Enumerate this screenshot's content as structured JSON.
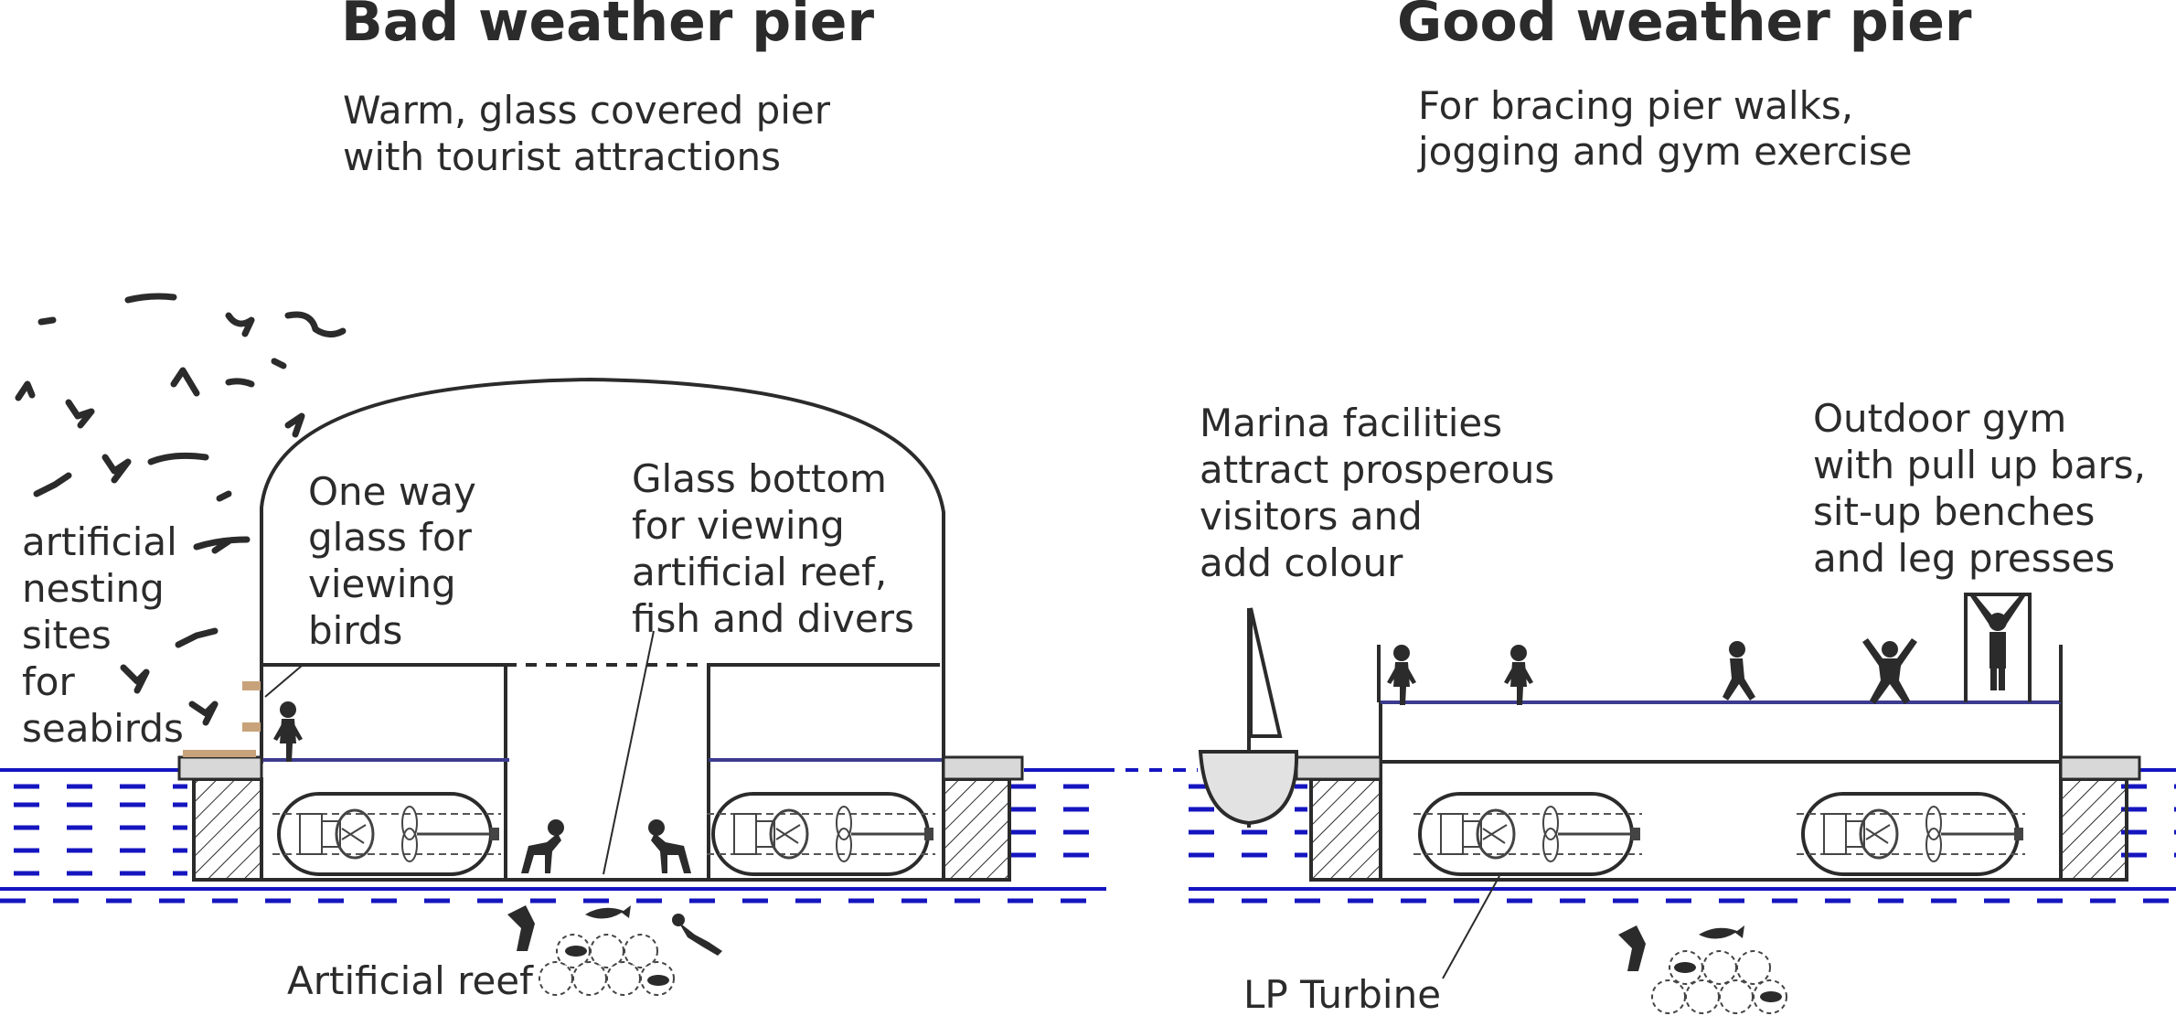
{
  "bad_pier": {
    "title": "Bad weather pier",
    "subtitle_lines": [
      "Warm, glass covered  pier",
      "with tourist attractions"
    ],
    "nesting_label": [
      "artificial",
      "nesting",
      "sites",
      "for",
      "seabirds"
    ],
    "one_way_label": [
      "One way",
      "glass for",
      "viewing",
      "birds"
    ],
    "glass_bottom_label": [
      "Glass bottom",
      "for viewing",
      "artificial reef,",
      "fish and divers"
    ],
    "reef_label": "Artificial reef"
  },
  "good_pier": {
    "title": "Good weather pier",
    "subtitle_lines": [
      "For bracing  pier walks,",
      "jogging and gym exercise"
    ],
    "marina_label": [
      "Marina facilities",
      "attract prosperous",
      "visitors and",
      "add colour"
    ],
    "gym_label": [
      "Outdoor gym",
      "with pull up bars,",
      "sit-up benches",
      "and leg presses"
    ],
    "turbine_label": "LP Turbine"
  },
  "colors": {
    "ink": "#2b2b2b",
    "water": "#1515c0",
    "deck_line": "#3b3b8f",
    "nest_material": "#c8a27a"
  }
}
